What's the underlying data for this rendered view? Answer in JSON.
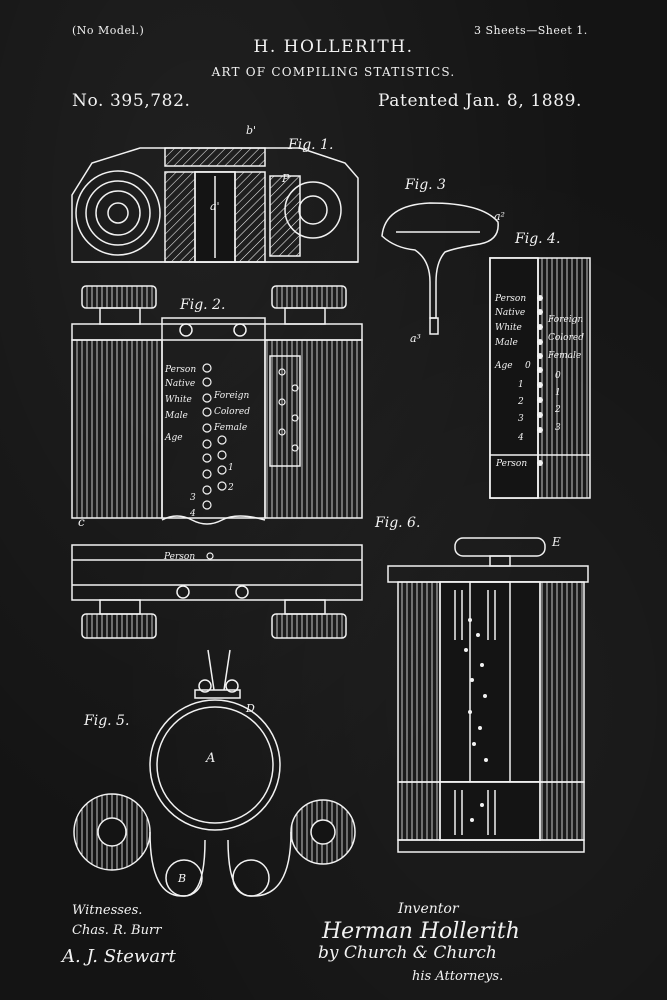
{
  "header": {
    "model_note": "(No Model.)",
    "sheet_note": "3 Sheets—Sheet 1.",
    "inventor_name": "H. HOLLERITH.",
    "title": "ART OF COMPILING STATISTICS.",
    "patent_number": "No. 395,782.",
    "patent_date": "Patented Jan. 8, 1889."
  },
  "figures": {
    "fig1": "Fig. 1.",
    "fig2": "Fig. 2.",
    "fig3": "Fig. 3",
    "fig4": "Fig. 4.",
    "fig5": "Fig. 5.",
    "fig6": "Fig. 6."
  },
  "card_labels": {
    "person": "Person",
    "native": "Native",
    "foreign": "Foreign",
    "white": "White",
    "colored": "Colored",
    "male": "Male",
    "female": "Female",
    "age": "Age",
    "digits": [
      "0",
      "1",
      "2",
      "3",
      "4"
    ]
  },
  "reference_letters": {
    "b_prime": "b'",
    "p": "P",
    "a_prime": "a'",
    "c": "c",
    "a2": "a²",
    "a3": "a³",
    "e": "E",
    "d": "D",
    "a": "A",
    "b": "B"
  },
  "footer": {
    "witnesses_label": "Witnesses.",
    "witness_1": "Chas. R. Burr",
    "witness_2": "A. J. Stewart",
    "inventor_label": "Inventor",
    "inventor_signature": "Herman Hollerith",
    "attorneys_signature": "by Church & Church",
    "attorneys_label": "his Attorneys."
  },
  "colors": {
    "background": "#141414",
    "ink": "#f2f2f2"
  }
}
